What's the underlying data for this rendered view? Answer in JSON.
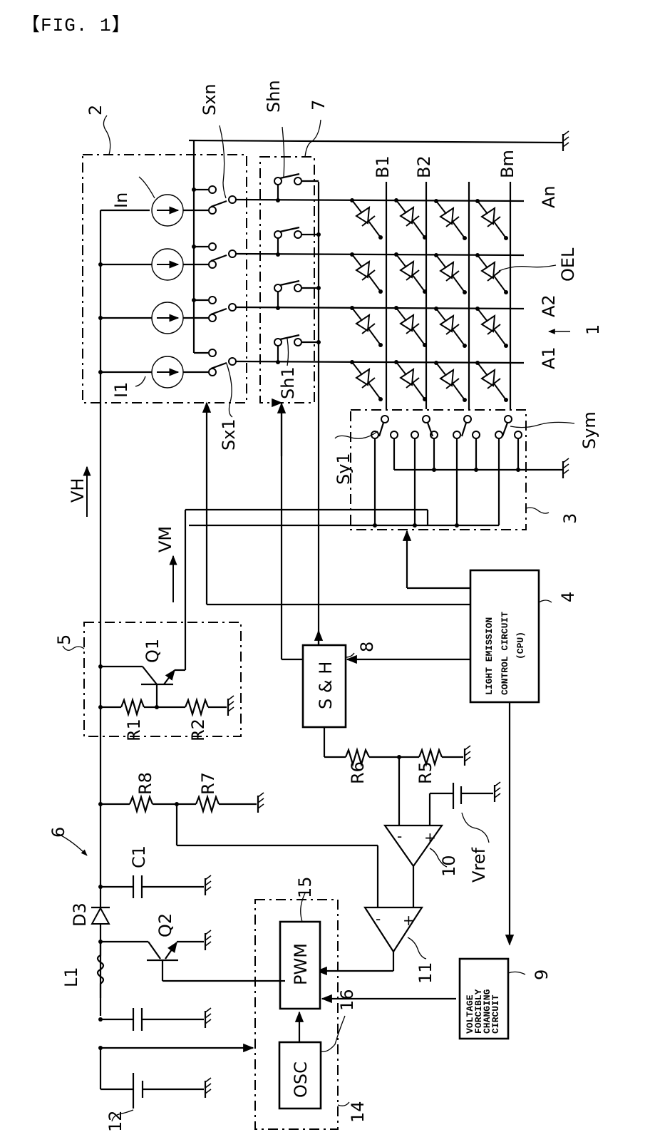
{
  "figure": {
    "title": "【FIG. 1】"
  },
  "blocks": {
    "light_emission_control": {
      "ref": "4",
      "line1": "LIGHT EMISSION",
      "line2": "CONTROL CIRCUIT",
      "line3": "(CPU)"
    },
    "voltage_forcibly_changing": {
      "ref": "9",
      "line1": "VOLTAGE",
      "line2": "FORCIBLY",
      "line3": "CHANGING",
      "line4": "CIRCUIT"
    },
    "sample_hold": {
      "ref": "8",
      "label": "S & H"
    },
    "pwm": {
      "ref": "15",
      "label": "PWM"
    },
    "osc": {
      "ref": "16",
      "label": "OSC"
    },
    "switching_regulator": {
      "ref": "6"
    },
    "pwm_controller": {
      "ref": "14"
    },
    "anode_driver": {
      "ref": "2"
    },
    "reset_circuit": {
      "ref": "7"
    },
    "cathode_scan": {
      "ref": "3"
    },
    "voltage_source_block": {
      "ref": "5"
    },
    "panel": {
      "ref": "1"
    }
  },
  "components": {
    "current_sources": [
      "In",
      "I1"
    ],
    "anode_switches": [
      "Sxn",
      "Sx1"
    ],
    "reset_switches": [
      "Shn",
      "Sh1"
    ],
    "scan_switches": [
      "Sy1",
      "Sym"
    ],
    "cathode_lines": [
      "B1",
      "B2",
      "Bm"
    ],
    "anode_lines": [
      "An",
      "A2",
      "A1"
    ],
    "element": "OEL",
    "transistors": [
      "Q1",
      "Q2"
    ],
    "resistors": [
      "R1",
      "R2",
      "R5",
      "R6",
      "R7",
      "R8"
    ],
    "capacitor": "C1",
    "diode": "D3",
    "inductor": "L1",
    "battery": "12",
    "vref": "Vref",
    "comparators": [
      "10",
      "11"
    ],
    "voltages": [
      "VH",
      "VM"
    ],
    "opamp_signs": {
      "minus": "-",
      "plus": "+"
    }
  }
}
